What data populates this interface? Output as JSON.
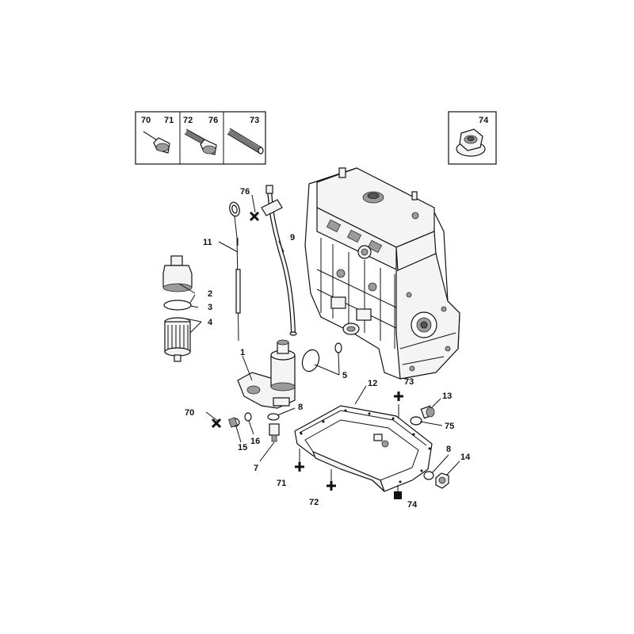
{
  "labels": {
    "n70_top": "70",
    "n71_top": "71",
    "n72_top": "72",
    "n76_top": "76",
    "n73_top": "73",
    "n74_top": "74",
    "n76": "76",
    "n9": "9",
    "n11": "11",
    "n2": "2",
    "n3": "3",
    "n4": "4",
    "n1": "1",
    "n5": "5",
    "n70": "70",
    "n15": "15",
    "n16": "16",
    "n8a": "8",
    "n7": "7",
    "n12": "12",
    "n73": "73",
    "n13": "13",
    "n75": "75",
    "n8b": "8",
    "n14": "14",
    "n71": "71",
    "n72": "72",
    "n74": "74"
  },
  "colors": {
    "line": "#111111",
    "shade": "#9b9b9b",
    "paper": "#ffffff"
  },
  "icons": {
    "torque_cross": "cross-icon",
    "plus_mark": "plus-icon",
    "square_mark": "square-icon"
  }
}
